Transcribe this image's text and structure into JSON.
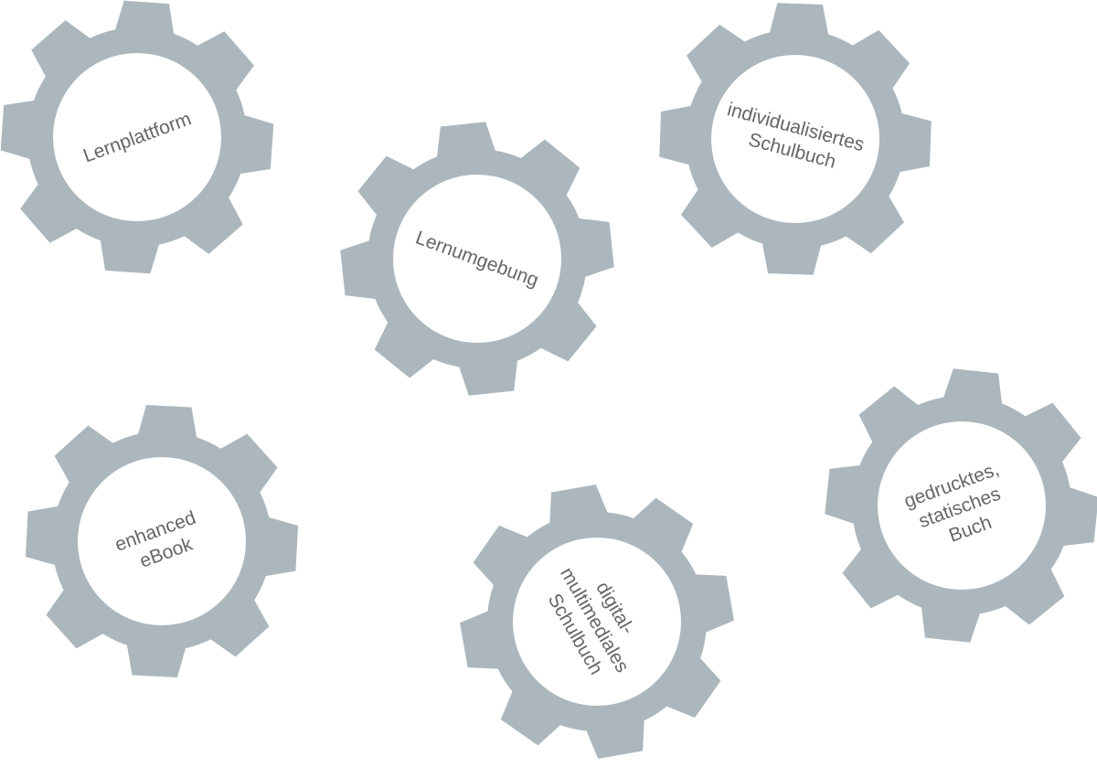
{
  "gear_color": "#abb7bd",
  "hub_color": "#ffffff",
  "text_color": "#666666",
  "gears": [
    {
      "id": "lernplattform",
      "lines": [
        "Lernplattform"
      ]
    },
    {
      "id": "lernumgebung",
      "lines": [
        "Lernumgebung"
      ]
    },
    {
      "id": "individualisiertes-schulbuch",
      "lines": [
        "individualisiertes",
        "Schulbuch"
      ]
    },
    {
      "id": "enhanced-ebook",
      "lines": [
        "enhanced",
        "eBook"
      ]
    },
    {
      "id": "digital-multimediales-schulbuch",
      "lines": [
        "digital-",
        "multimediales",
        "Schulbuch"
      ]
    },
    {
      "id": "gedrucktes-statisches-buch",
      "lines": [
        "gedrucktes,",
        "statisches",
        "Buch"
      ]
    }
  ]
}
